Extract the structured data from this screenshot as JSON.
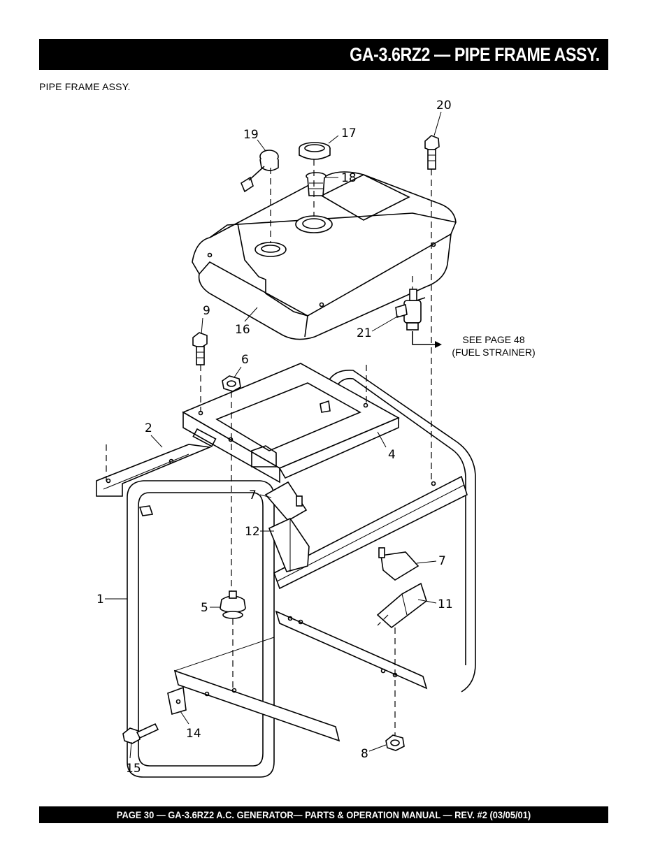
{
  "header": {
    "title": "GA-3.6RZ2  — PIPE FRAME ASSY."
  },
  "section": {
    "label": "PIPE FRAME ASSY."
  },
  "diagram": {
    "callouts": {
      "c1": "1",
      "c2": "2",
      "c4": "4",
      "c5": "5",
      "c6": "6",
      "c7a": "7",
      "c7b": "7",
      "c8": "8",
      "c9": "9",
      "c11": "11",
      "c12": "12",
      "c14": "14",
      "c15": "15",
      "c16": "16",
      "c17": "17",
      "c18": "18",
      "c19": "19",
      "c20": "20",
      "c21": "21"
    },
    "note": {
      "line1": "SEE PAGE 48",
      "line2": "(FUEL STRAINER)"
    }
  },
  "footer": {
    "text": "PAGE 30 — GA-3.6RZ2 A.C. GENERATOR— PARTS & OPERATION MANUAL — REV. #2 (03/05/01)"
  }
}
